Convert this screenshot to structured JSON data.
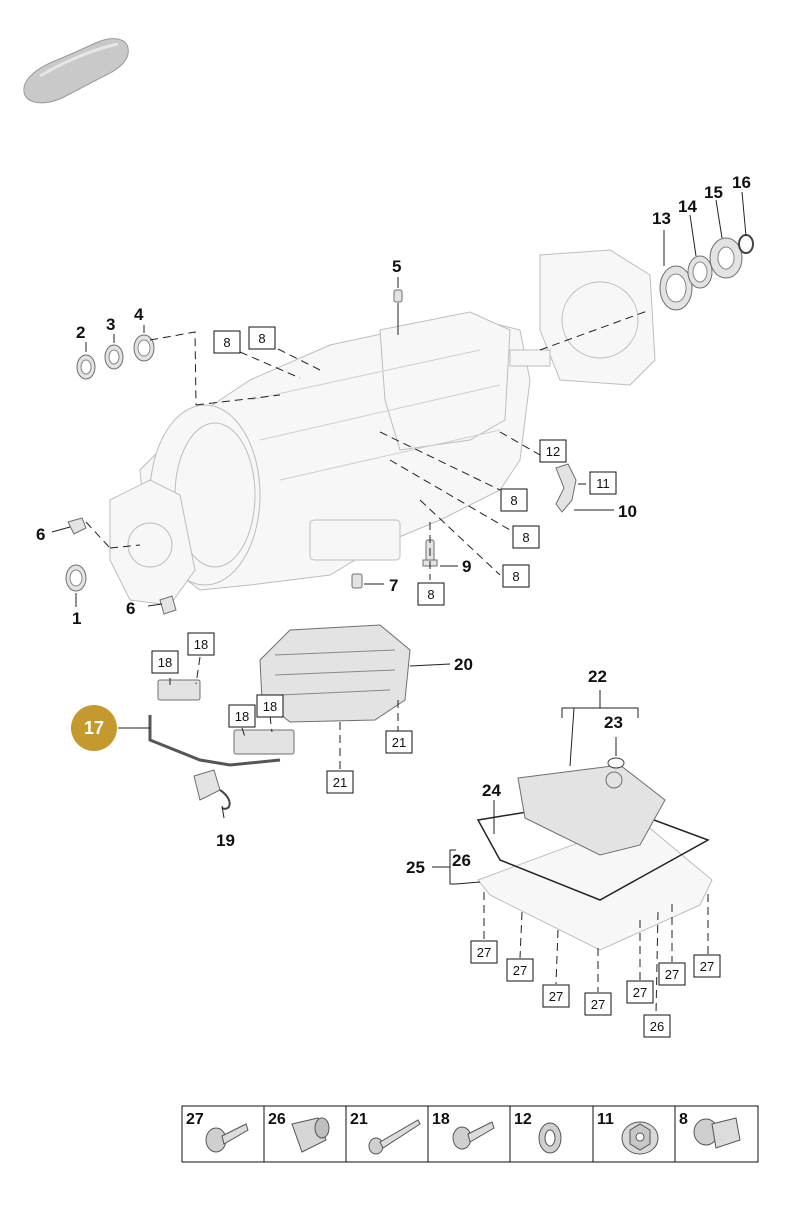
{
  "callouts": {
    "c1": "1",
    "c2": "2",
    "c3": "3",
    "c4": "4",
    "c5": "5",
    "c6a": "6",
    "c6b": "6",
    "c7": "7",
    "c9": "9",
    "c10": "10",
    "c13": "13",
    "c14": "14",
    "c15": "15",
    "c16": "16",
    "c17": "17",
    "c19": "19",
    "c20": "20",
    "c22": "22",
    "c23": "23",
    "c24": "24",
    "c25": "25",
    "c26": "26"
  },
  "boxed": {
    "b8a": "8",
    "b8b": "8",
    "b8c": "8",
    "b8d": "8",
    "b8e": "8",
    "b8f": "8",
    "b11": "11",
    "b12": "12",
    "b18a": "18",
    "b18b": "18",
    "b18c": "18",
    "b18d": "18",
    "b21a": "21",
    "b21b": "21",
    "b27a": "27",
    "b27b": "27",
    "b27c": "27",
    "b27d": "27",
    "b27e": "27",
    "b27f": "27",
    "b27g": "27",
    "b26": "26"
  },
  "highlight": {
    "color": "#c49a2e",
    "label": "17"
  },
  "legend": [
    {
      "label": "27",
      "icon": "button-head-screw-icon"
    },
    {
      "label": "26",
      "icon": "collar-sleeve-icon"
    },
    {
      "label": "21",
      "icon": "long-bolt-icon"
    },
    {
      "label": "18",
      "icon": "short-screw-icon"
    },
    {
      "label": "12",
      "icon": "washer-icon"
    },
    {
      "label": "11",
      "icon": "flange-nut-icon"
    },
    {
      "label": "8",
      "icon": "flange-bolt-icon"
    }
  ]
}
